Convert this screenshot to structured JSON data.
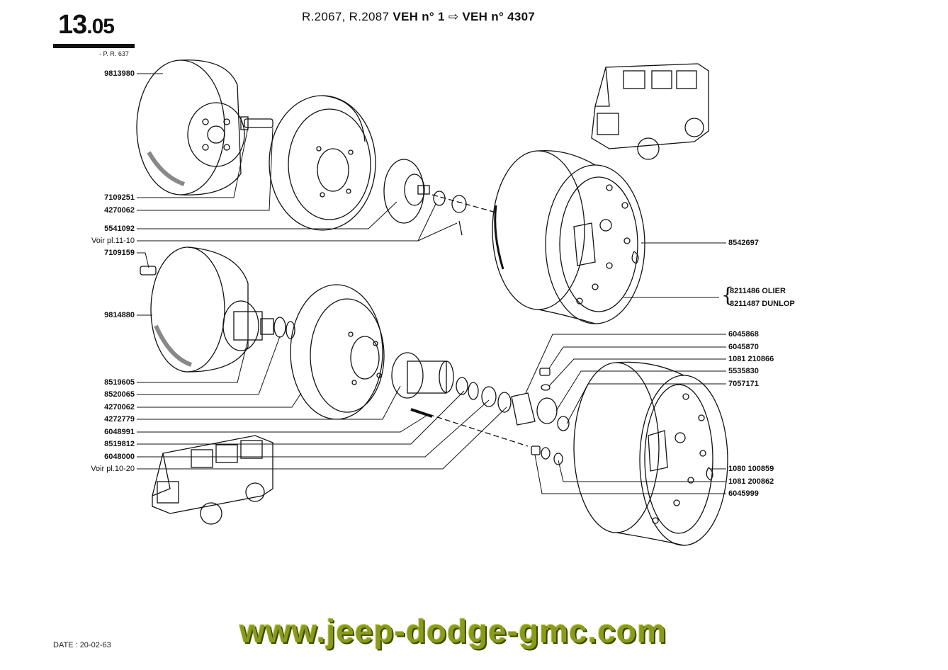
{
  "header": {
    "page_major": "13",
    "page_minor": ".05",
    "pr_ref": "- P. R. 637",
    "models": "R.2067, R.2087",
    "veh_from": "VEH n° 1",
    "arrow": "⇨",
    "veh_to_prefix": "VEH n°",
    "veh_to_number": "4307"
  },
  "left_labels": [
    {
      "id": "9813980",
      "text": "9813980"
    },
    {
      "id": "7109251",
      "text": "7109251"
    },
    {
      "id": "4270062a",
      "text": "4270062"
    },
    {
      "id": "5541092",
      "text": "5541092"
    },
    {
      "id": "voir-11-10",
      "text": "Voir pl.11-10"
    },
    {
      "id": "7109159",
      "text": "7109159"
    },
    {
      "id": "9814880",
      "text": "9814880"
    },
    {
      "id": "8519605",
      "text": "8519605"
    },
    {
      "id": "8520065",
      "text": "8520065"
    },
    {
      "id": "4270062b",
      "text": "4270062"
    },
    {
      "id": "4272779",
      "text": "4272779"
    },
    {
      "id": "6048991",
      "text": "6048991"
    },
    {
      "id": "8519812",
      "text": "8519812"
    },
    {
      "id": "6048000",
      "text": "6048000"
    },
    {
      "id": "voir-10-20",
      "text": "Voir pl.10-20"
    }
  ],
  "right_labels": [
    {
      "id": "8542697",
      "text": "8542697"
    },
    {
      "id": "8211486",
      "text": "8211486  OLIER"
    },
    {
      "id": "8211487",
      "text": "8211487  DUNLOP"
    },
    {
      "id": "6045868",
      "text": "6045868"
    },
    {
      "id": "6045870",
      "text": "6045870"
    },
    {
      "id": "1081-210866",
      "text": "1081 210866"
    },
    {
      "id": "5535830",
      "text": "5535830"
    },
    {
      "id": "7057171",
      "text": "7057171"
    },
    {
      "id": "1080-100859",
      "text": "1080 100859"
    },
    {
      "id": "1081-200862",
      "text": "1081 200862"
    },
    {
      "id": "6045999",
      "text": "6045999"
    }
  ],
  "footer": {
    "date": "DATE : 20-02-63",
    "watermark": "www.jeep-dodge-gmc.com"
  },
  "icons": {
    "front_wheel_drum": "brake-drum-icon",
    "rear_wheel_drum": "brake-drum-icon",
    "wheel_rim": "wheel-rim-icon",
    "vehicle": "van-icon"
  }
}
